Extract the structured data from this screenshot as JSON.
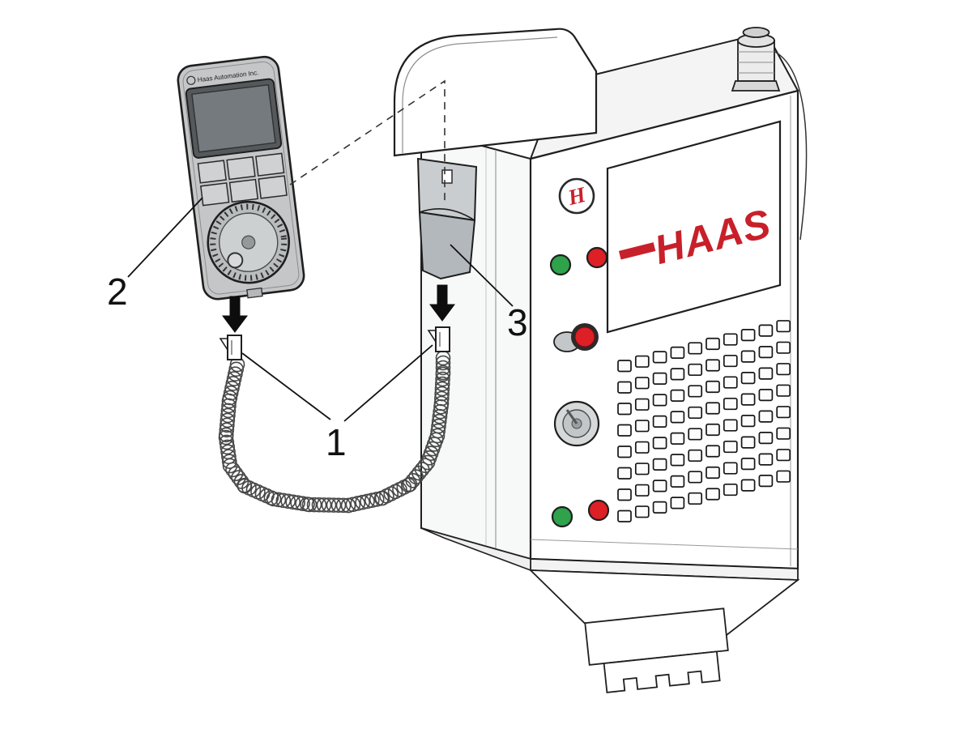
{
  "diagram": {
    "callouts": [
      {
        "label": "1"
      },
      {
        "label": "2"
      },
      {
        "label": "3"
      }
    ],
    "pendant": {
      "brand_text": "Haas Automation Inc."
    },
    "cabinet": {
      "logo_text": "HAAS",
      "medallion_letter": "H"
    },
    "colors": {
      "line": "#1f1f1f",
      "accent_red": "#c8202a",
      "button_green": "#2fa24c",
      "button_red": "#dd1f26",
      "panel_gray": "#c9cdd0"
    }
  }
}
